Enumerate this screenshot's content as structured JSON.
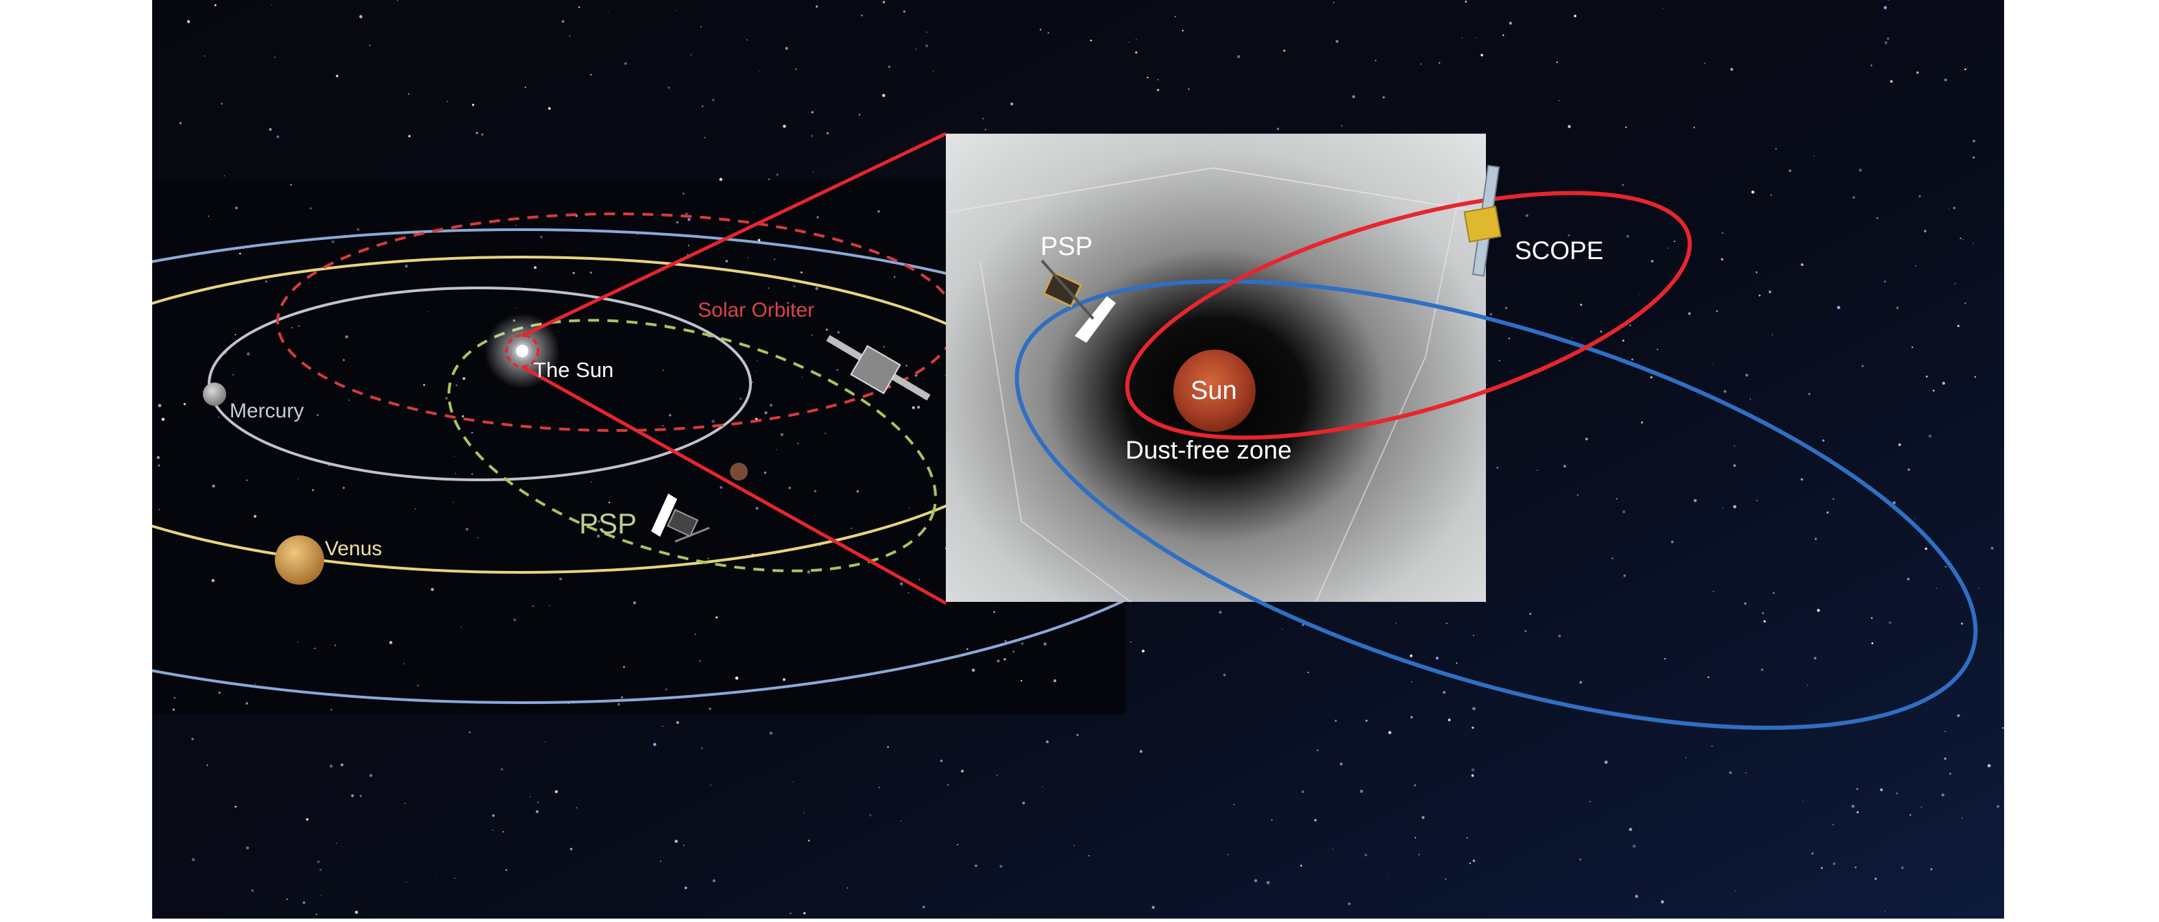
{
  "labels": {
    "solar_orbiter": "Solar Orbiter",
    "the_sun": "The Sun",
    "mercury": "Mercury",
    "venus": "Venus",
    "psp_left": "PSP",
    "psp_inset": "PSP",
    "scope": "SCOPE",
    "sun_inset": "Sun",
    "dust_free_zone": "Dust-free zone"
  },
  "colors": {
    "space": "#06070f",
    "space_deep": "#0b1633",
    "mercury_orbit": "#bfc3cc",
    "venus_orbit": "#e8d47e",
    "earth_orbit": "#8aa9d8",
    "solar_orbiter_orbit": "#d83a3f",
    "psp_orbit": "#a9c45e",
    "scope_orbit": "#e8252d",
    "psp_inset_orbit": "#2f6fc4",
    "sun_inset": "#b5452a",
    "venus_planet": "#d9a65a",
    "solar_orbiter_label": "#d8454a",
    "psp_label": "#b9d08a",
    "venus_label": "#f1dfa0"
  },
  "icons": {
    "spacecraft_psp": "spacecraft-psp-icon",
    "spacecraft_solar_orbiter": "spacecraft-solar-orbiter-icon",
    "spacecraft_scope": "spacecraft-scope-icon"
  }
}
